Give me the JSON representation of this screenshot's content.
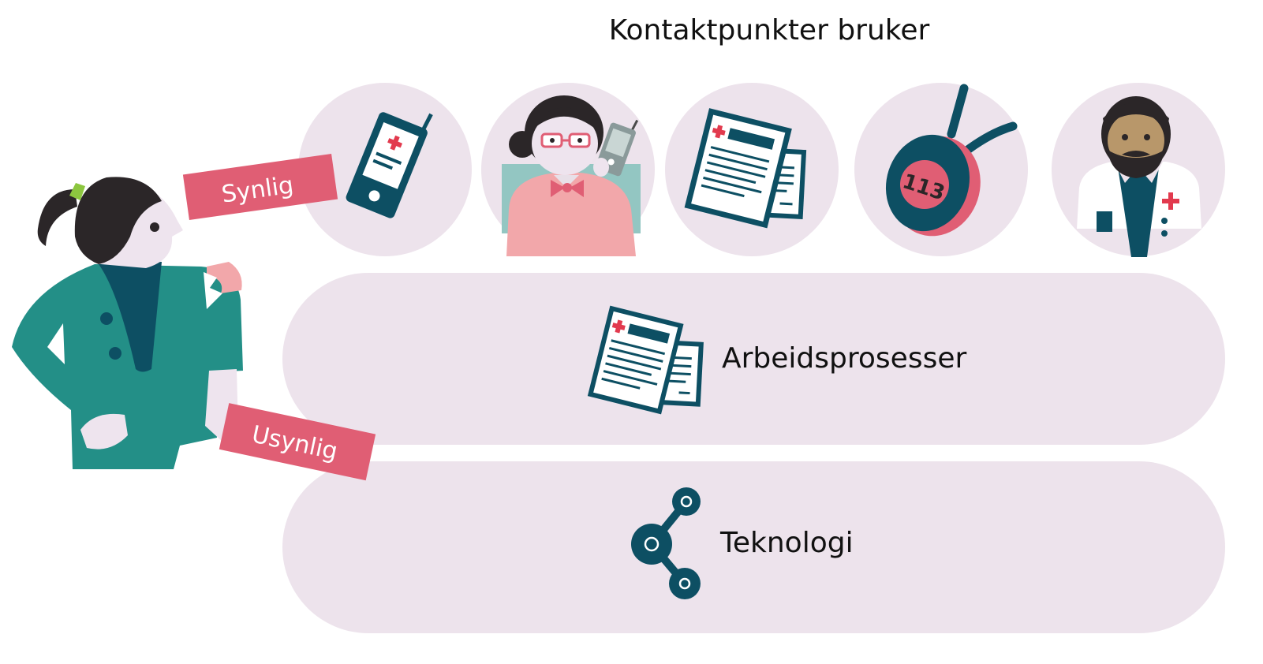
{
  "title": "Kontaktpunkter bruker",
  "labels": {
    "visible": "Synlig",
    "invisible": "Usynlig"
  },
  "layers": {
    "processes": "Arbeidsprosesser",
    "technology": "Teknologi"
  },
  "badge_number": "113",
  "colors": {
    "lavender": "#ede3ec",
    "teal": "#0d4f63",
    "green": "#238f87",
    "pink": "#e05e74",
    "light_pink": "#f2a7aa",
    "dark": "#2b2628",
    "skin_light": "#eee4ee",
    "skin_dark": "#b8976a",
    "accent_green": "#8cc63f",
    "red_cross": "#e23a4e"
  },
  "icons": [
    "mobile-phone-icon",
    "receptionist-icon",
    "documents-icon",
    "alarm-pendant-icon",
    "doctor-icon",
    "documents-icon",
    "network-icon",
    "patient-figure-icon"
  ]
}
